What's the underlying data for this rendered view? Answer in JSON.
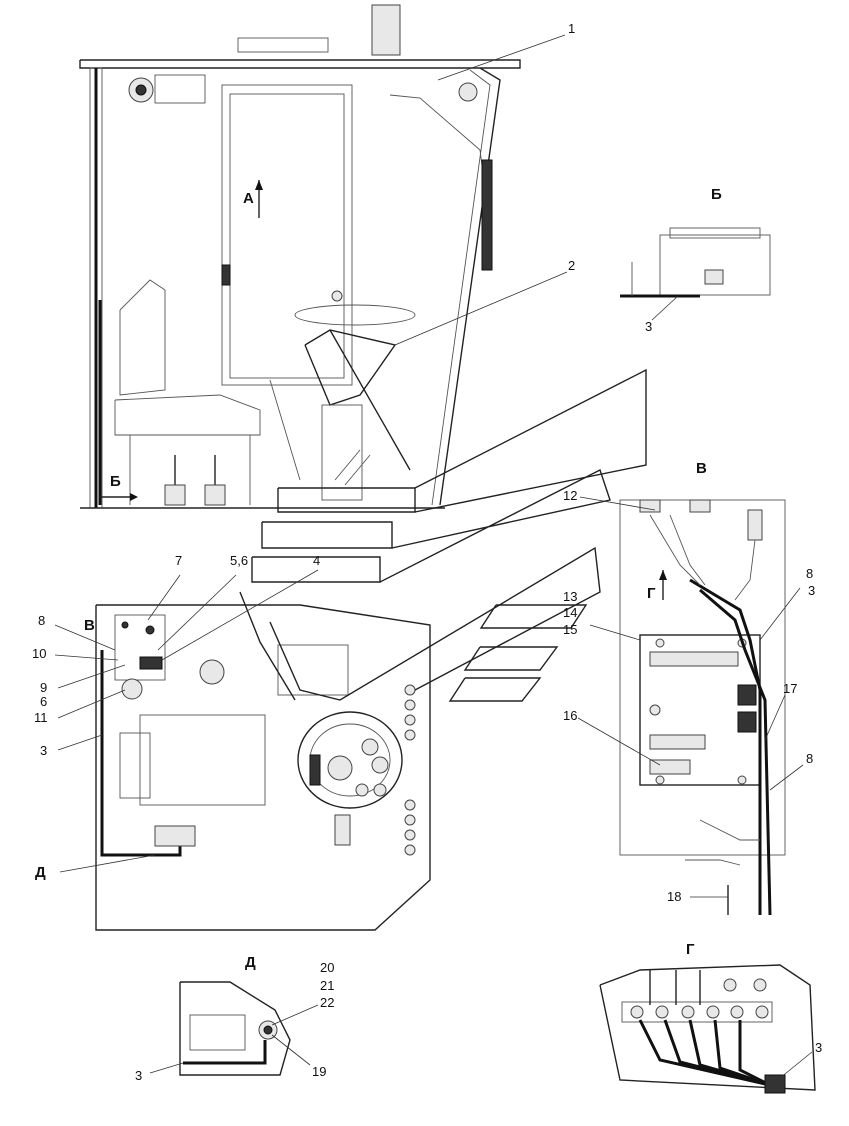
{
  "views": {
    "a": "А",
    "b": "Б",
    "v": "В",
    "g": "Г",
    "d": "Д"
  },
  "callouts": {
    "c1": "1",
    "c2": "2",
    "c3": "3",
    "c4": "4",
    "c56": "5,6",
    "c6": "6",
    "c7": "7",
    "c8": "8",
    "c9": "9",
    "c10": "10",
    "c11": "11",
    "c12": "12",
    "c13": "13",
    "c14": "14",
    "c15": "15",
    "c16": "16",
    "c17": "17",
    "c18": "18",
    "c19": "19",
    "c20": "20",
    "c21": "21",
    "c22": "22"
  }
}
